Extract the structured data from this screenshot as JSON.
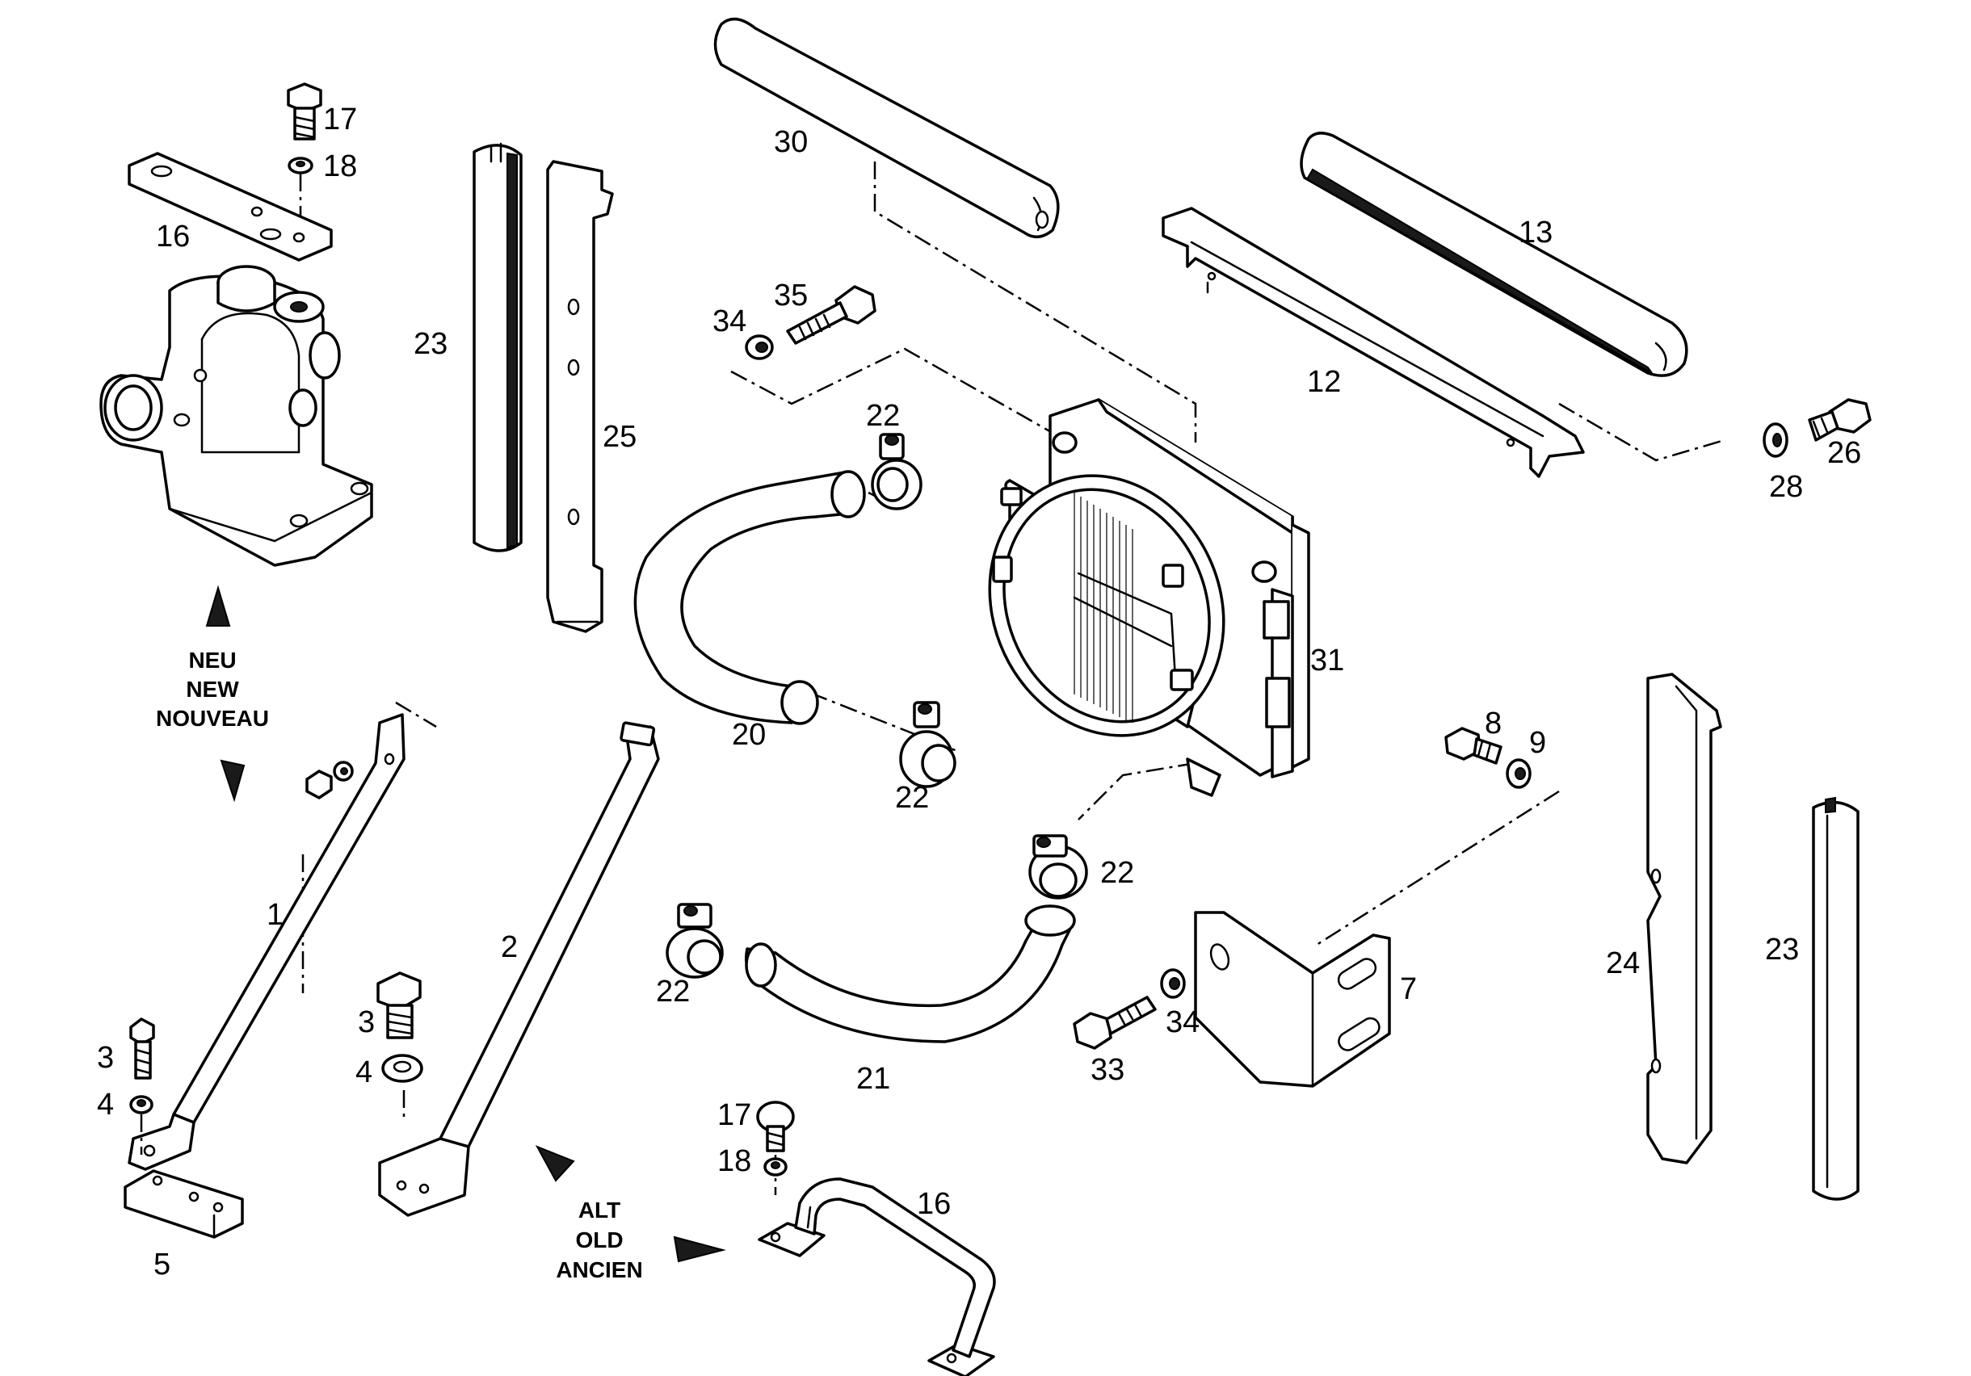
{
  "callouts": {
    "c17a": "17",
    "c18a": "18",
    "c16a": "16",
    "c23a": "23",
    "c25": "25",
    "c30": "30",
    "c34a": "34",
    "c35": "35",
    "c22a": "22",
    "c13": "13",
    "c12": "12",
    "c26": "26",
    "c28": "28",
    "c20": "20",
    "c31": "31",
    "c22b": "22",
    "c8": "8",
    "c9": "9",
    "c22c": "22",
    "c1": "1",
    "c2": "2",
    "c22d": "22",
    "c21": "21",
    "c7": "7",
    "c34b": "34",
    "c33": "33",
    "c24": "24",
    "c23b": "23",
    "c3a": "3",
    "c4a": "4",
    "c5": "5",
    "c3b": "3",
    "c4b": "4",
    "c17b": "17",
    "c18b": "18",
    "c16b": "16"
  },
  "notes": {
    "new_variant": [
      "NEU",
      "NEW",
      "NOUVEAU"
    ],
    "old_variant": [
      "ALT",
      "OLD",
      "ANCIEN"
    ]
  },
  "icons": {
    "arrow_new_up": "triangle-up-arrow-icon",
    "arrow_new_down": "triangle-down-arrow-icon",
    "arrow_old_up": "triangle-up-left-arrow-icon",
    "arrow_old_right": "triangle-right-arrow-icon"
  },
  "colors": {
    "ink": "#000000",
    "paper": "#ffffff"
  }
}
